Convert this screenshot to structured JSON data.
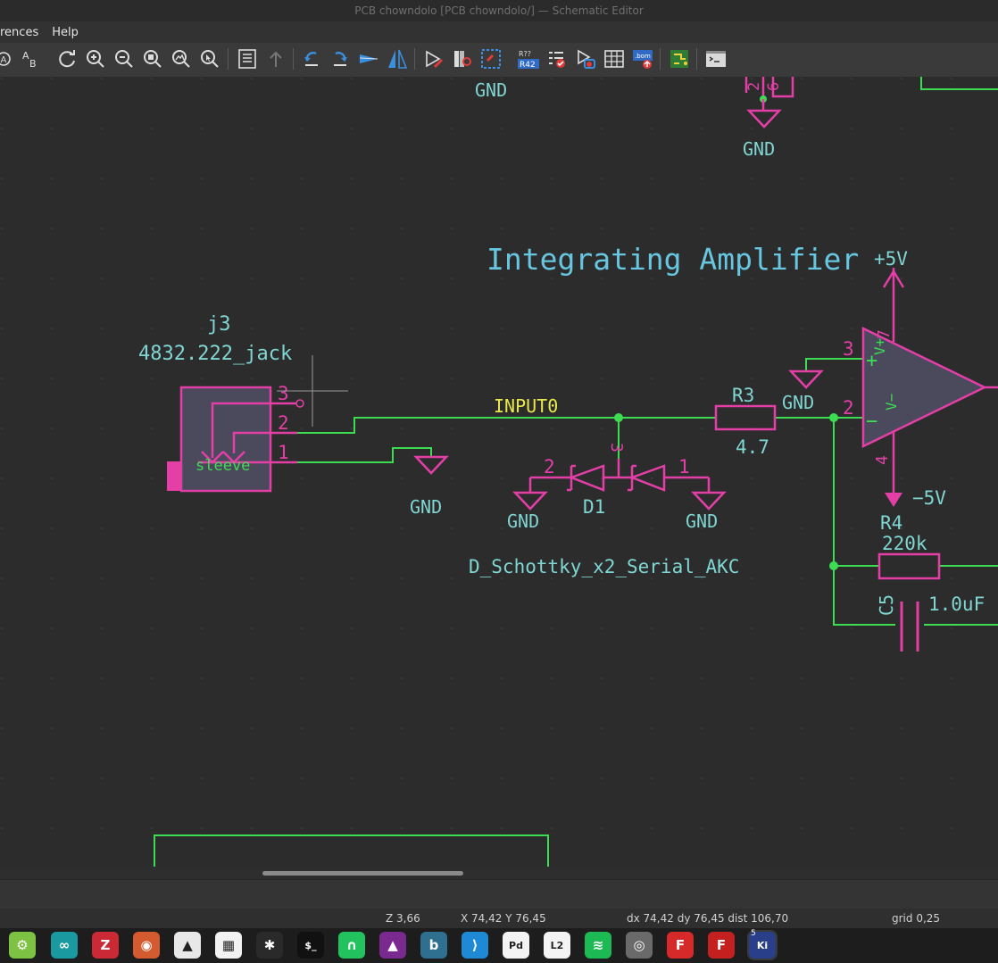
{
  "window": {
    "title": "PCB chowndolo [PCB chowndolo/] — Schematic Editor"
  },
  "menu": {
    "items": [
      "rences",
      "Help"
    ]
  },
  "colors": {
    "background": "#2c2c2c",
    "wire": "#3ddc52",
    "symbol": "#e33fa7",
    "symbol_fill": "#4a4a5c",
    "field_text": "#7fd6d2",
    "label_yellow": "#e9e94a",
    "notes_text": "#67c6e0"
  },
  "schematic": {
    "notes": {
      "title": "Integrating Amplifier"
    },
    "net_label": "INPUT0",
    "power": {
      "gnd": "GND",
      "plus5": "+5V",
      "minus5": "−5V"
    },
    "connector": {
      "ref": "j3",
      "value": "4832.222_jack",
      "pin3": "3",
      "pin2": "2",
      "pin1": "1",
      "sleeve_label": "sleeve"
    },
    "r3": {
      "ref": "R3",
      "value": "4.7"
    },
    "r4": {
      "ref": "R4",
      "value": "220k"
    },
    "c5": {
      "ref": "C5",
      "value": "1.0uF"
    },
    "d1": {
      "ref": "D1",
      "value": "D_Schottky_x2_Serial_AKC",
      "pin1": "1",
      "pin2": "2",
      "pin3": "3"
    },
    "opamp": {
      "pin3": "3",
      "pin2": "2",
      "pin7": "7",
      "pin4": "4",
      "plus": "+",
      "minus": "−",
      "vplus": "V+",
      "vminus": "V−"
    },
    "top_partial": {
      "pin2": "2",
      "pin6": "6"
    }
  },
  "status": {
    "zoom": "Z 3,66",
    "xy": "X 74,42  Y 76,45",
    "delta": "dx 74,42  dy 76,45  dist 106,70",
    "grid": "grid 0,25"
  },
  "toolbar_icons": [
    "annotate-icon",
    "ab-icon",
    "refresh-icon",
    "zoom-in-icon",
    "zoom-out-icon",
    "zoom-fit-icon",
    "zoom-objects-icon",
    "zoom-selection-icon",
    "hierarchy-navigator-icon",
    "leave-sheet-icon",
    "rotate-ccw-icon",
    "rotate-cw-icon",
    "mirror-vertical-icon",
    "mirror-horizontal-icon",
    "symbol-editor-icon",
    "symbol-library-browser-icon",
    "update-from-pcb-icon",
    "annotate-schematic-icon",
    "erc-icon",
    "assign-footprints-icon",
    "bom-table-icon",
    "bom-export-icon",
    "open-pcb-icon",
    "scripting-console-icon"
  ],
  "taskbar": {
    "apps": [
      {
        "name": "tool-app",
        "color": "#7dc242",
        "glyph": "⚙"
      },
      {
        "name": "arduino-app",
        "color": "#1a9aa0",
        "glyph": "∞"
      },
      {
        "name": "zotero-app",
        "color": "#cc2936",
        "glyph": "Z"
      },
      {
        "name": "gimp-app",
        "color": "#d45a30",
        "glyph": "◉"
      },
      {
        "name": "inkscape-app",
        "color": "#e8e8e8",
        "glyph": "▲"
      },
      {
        "name": "package-app",
        "color": "#f2f2f2",
        "glyph": "▦"
      },
      {
        "name": "figma-app",
        "color": "#2a2a2a",
        "glyph": "✱"
      },
      {
        "name": "terminal-app",
        "color": "#111111",
        "glyph": "$_"
      },
      {
        "name": "headset-app",
        "color": "#22c35e",
        "glyph": "∩"
      },
      {
        "name": "affinity-app",
        "color": "#7a2a8f",
        "glyph": "▲"
      },
      {
        "name": "b-app",
        "color": "#2f6f8f",
        "glyph": "b"
      },
      {
        "name": "vscode-app",
        "color": "#1e8ad6",
        "glyph": "⟩"
      },
      {
        "name": "puredata-app",
        "color": "#f4f4f4",
        "glyph": "Pd"
      },
      {
        "name": "l2ork-app",
        "color": "#f4f4f4",
        "glyph": "L2"
      },
      {
        "name": "spotify-app",
        "color": "#1db954",
        "glyph": "≋"
      },
      {
        "name": "swirl-app",
        "color": "#6a6a6a",
        "glyph": "◎"
      },
      {
        "name": "freecad-app",
        "color": "#d62a2a",
        "glyph": "F"
      },
      {
        "name": "freecad-config-app",
        "color": "#c52020",
        "glyph": "F"
      },
      {
        "name": "kicad-app",
        "color": "#2a3f8a",
        "glyph": "Ki"
      }
    ],
    "kicad_badge": "5"
  }
}
